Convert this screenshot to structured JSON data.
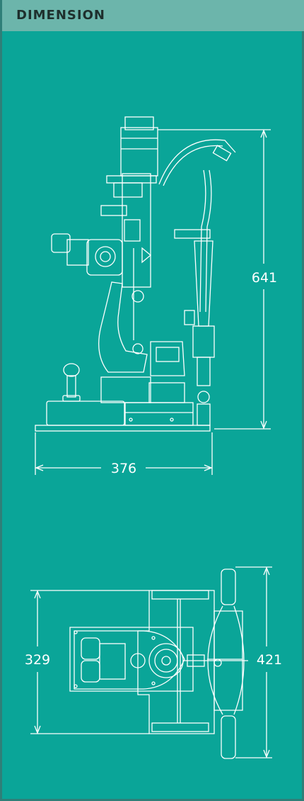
{
  "header": {
    "title": "DIMENSION"
  },
  "side_view": {
    "height_label": "641",
    "width_label": "376"
  },
  "top_view": {
    "depth_label": "329",
    "length_label": "421"
  },
  "colors": {
    "background": "#0aa598",
    "header": "#6cb5ab",
    "line": "#ffffff",
    "header_text": "#1e2f2d"
  }
}
